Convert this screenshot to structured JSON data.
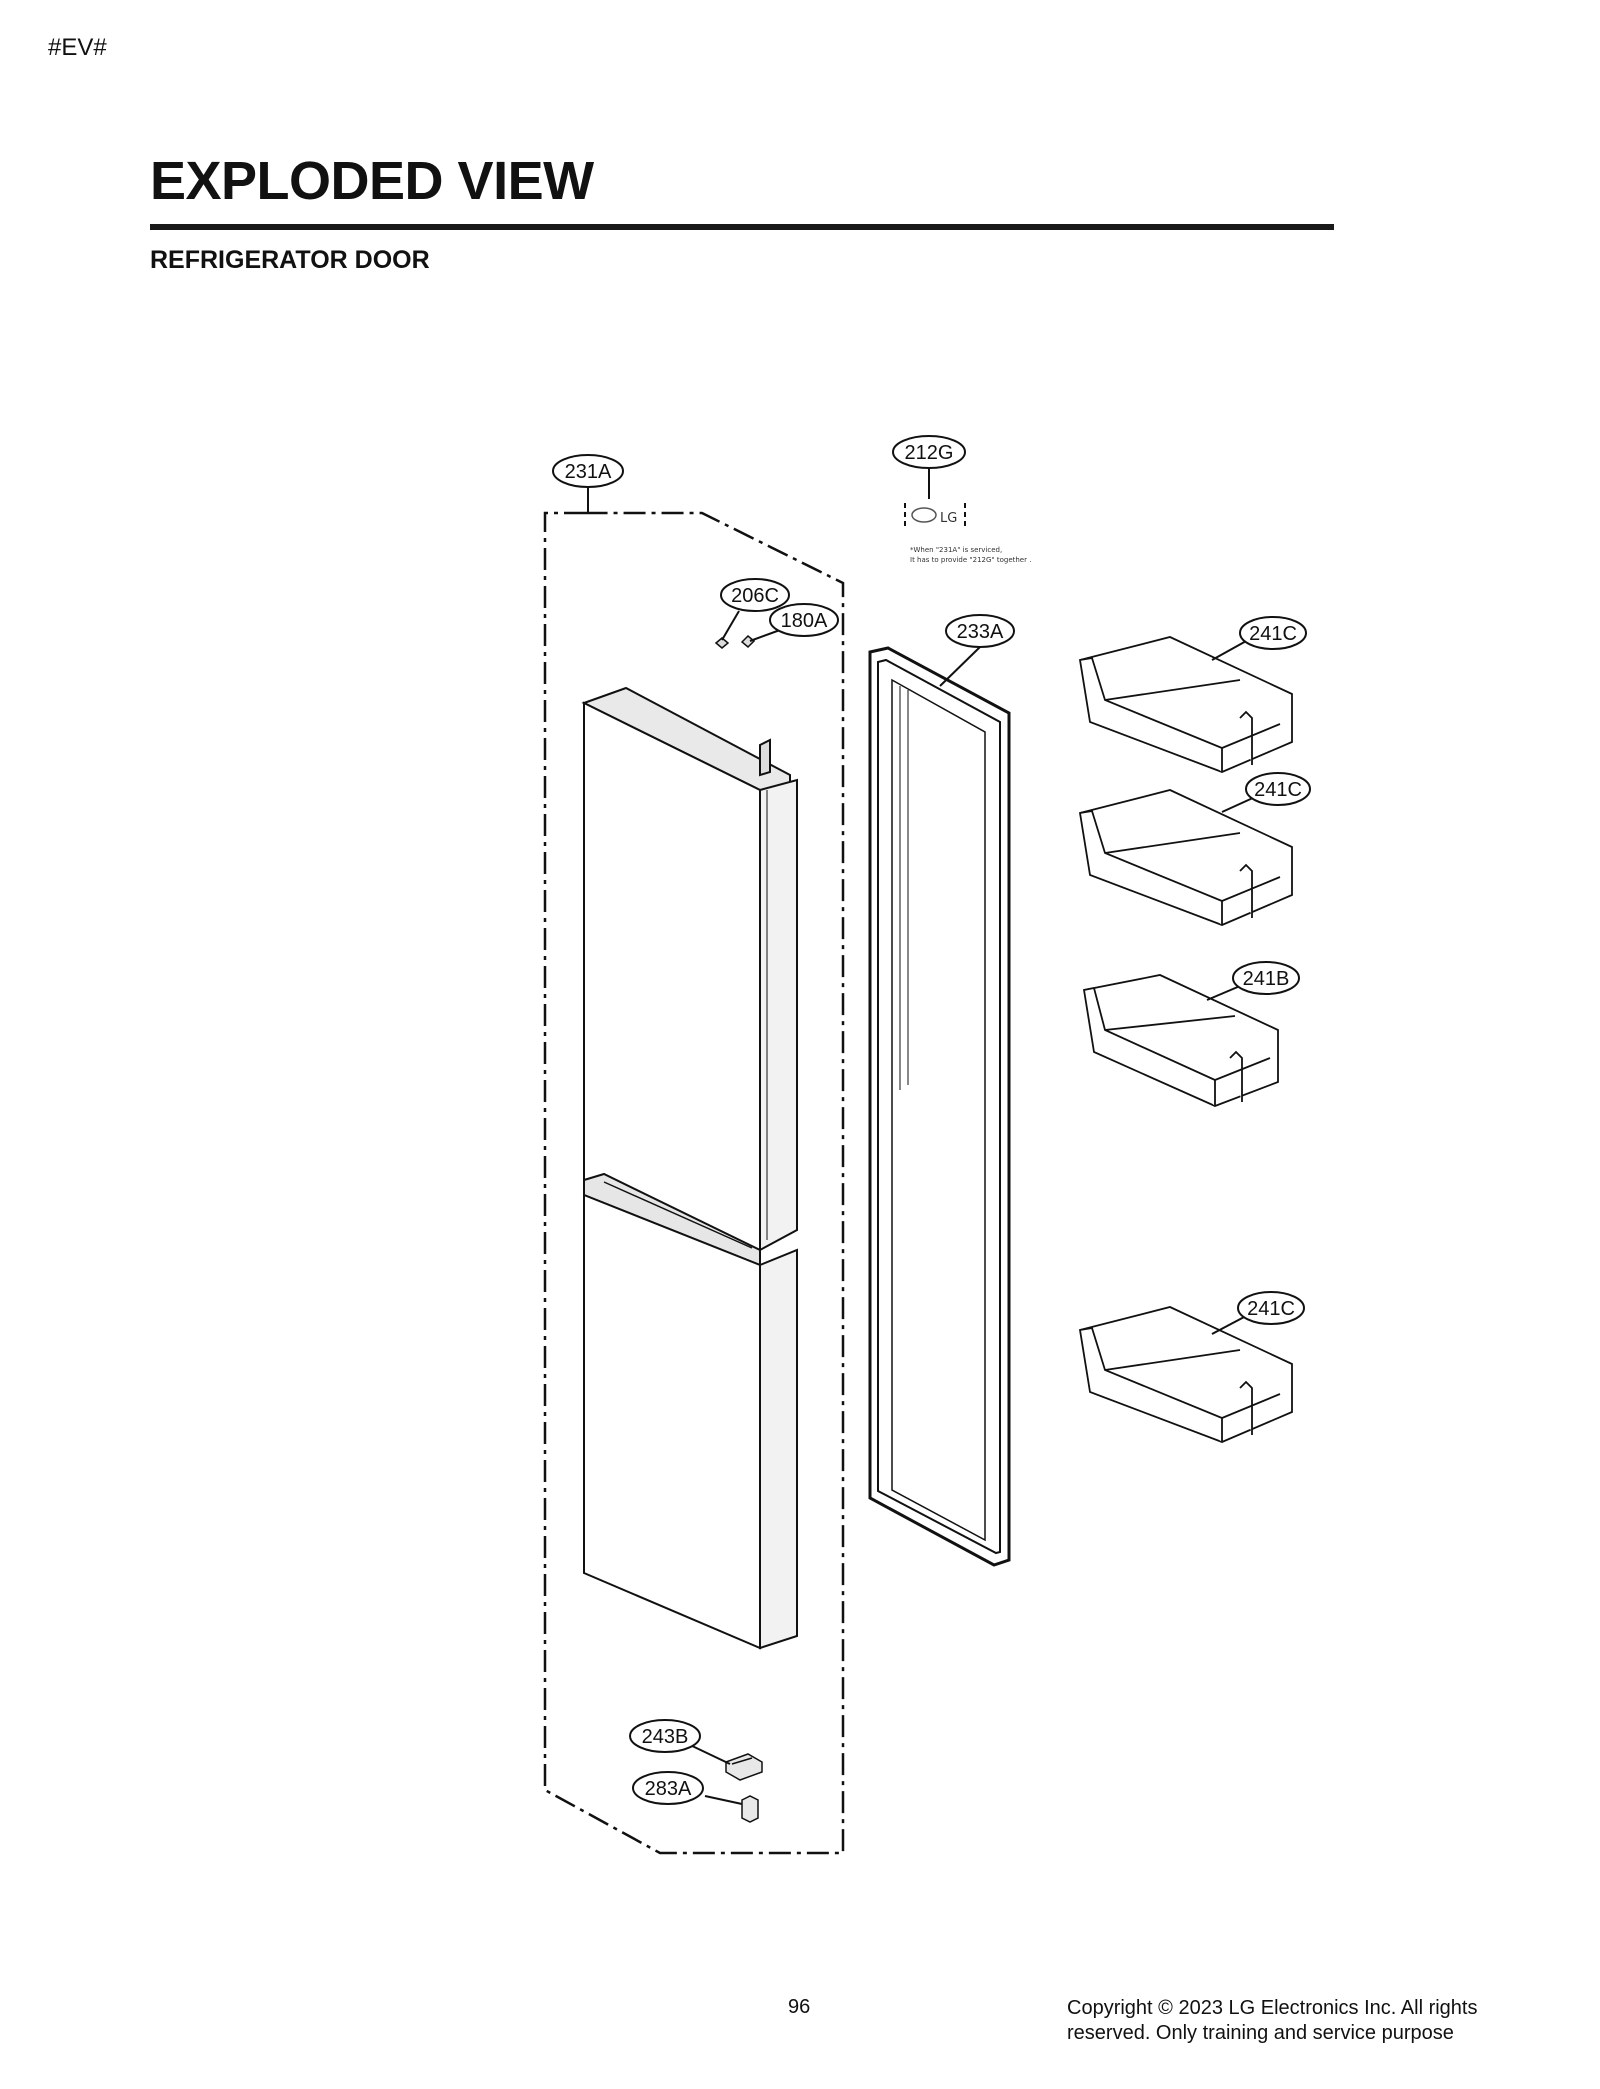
{
  "header": {
    "tag": "#EV#",
    "title": "EXPLODED VIEW",
    "subtitle": "REFRIGERATOR DOOR"
  },
  "parts": {
    "p231A": "231A",
    "p212G": "212G",
    "p206C": "206C",
    "p180A": "180A",
    "p233A": "233A",
    "p241C_1": "241C",
    "p241C_2": "241C",
    "p241B": "241B",
    "p241C_3": "241C",
    "p243B": "243B",
    "p283A": "283A"
  },
  "note": {
    "line1": "*When \"231A\" is serviced,",
    "line2": "It has to provide  \"212G\" together ."
  },
  "label_logo": "LG",
  "footer": {
    "page_number": "96",
    "copyright_line1": "Copyright © 2023 LG Electronics Inc. All rights",
    "copyright_line2": "reserved. Only training and service purpose"
  }
}
